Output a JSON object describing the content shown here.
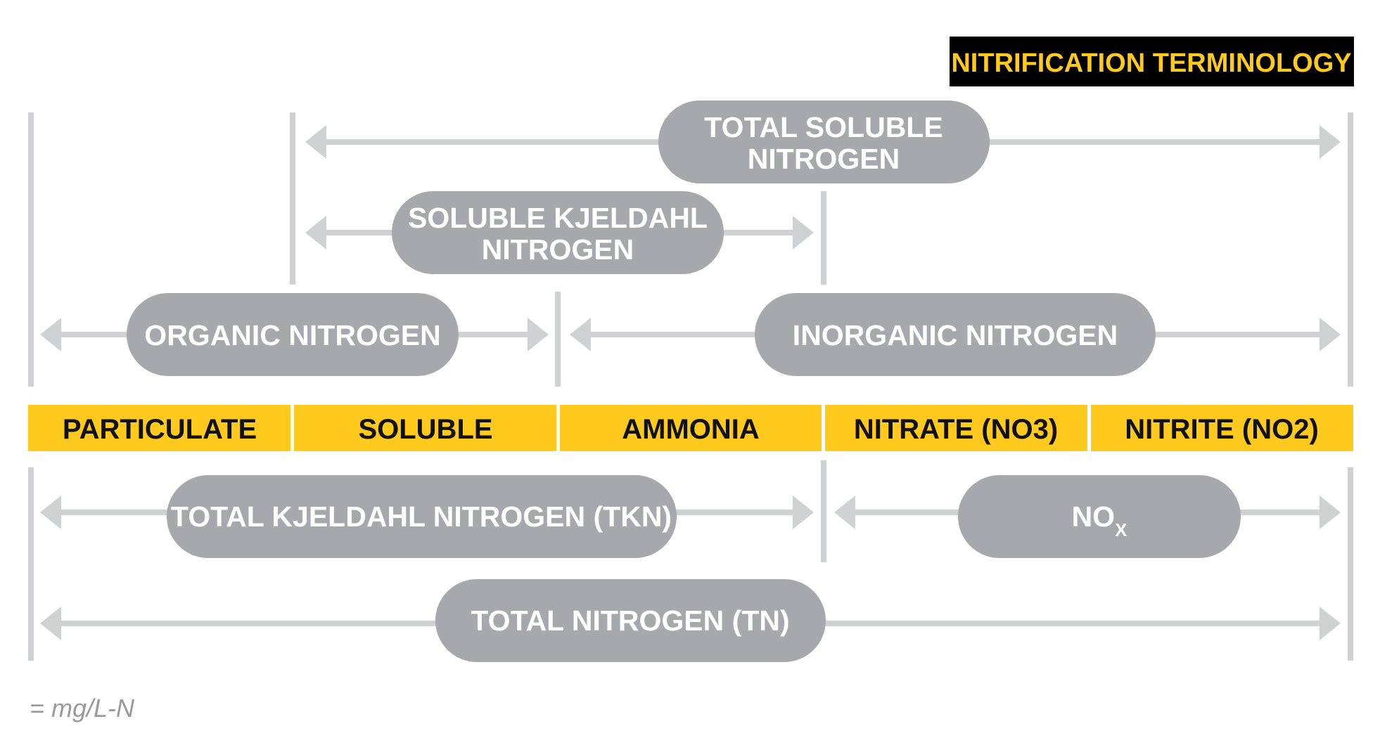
{
  "title": "NITRIFICATION TERMINOLOGY",
  "units": "= mg/L-N",
  "categories": [
    "PARTICULATE",
    "SOLUBLE",
    "AMMONIA",
    "NITRATE (NO3)",
    "NITRITE (NO2)"
  ],
  "groups": {
    "total_soluble": [
      "TOTAL SOLUBLE",
      "NITROGEN"
    ],
    "soluble_kjeldahl": [
      "SOLUBLE KJELDAHL",
      "NITROGEN"
    ],
    "organic": "ORGANIC NITROGEN",
    "inorganic": "INORGANIC NITROGEN",
    "tkn": "TOTAL KJELDAHL NITROGEN (TKN)",
    "nox": {
      "base": "NO",
      "subscript": "X"
    },
    "tn": "TOTAL NITROGEN (TN)"
  },
  "colors": {
    "category_bar": "#FFC91E",
    "category_text": "#111111",
    "pill": "#A7A8AB",
    "pill_text": "#FFFFFF",
    "line": "#D0D1D3",
    "title_bg": "#000000",
    "title_text": "#FFC91E",
    "units_text": "#9A9A9A"
  }
}
